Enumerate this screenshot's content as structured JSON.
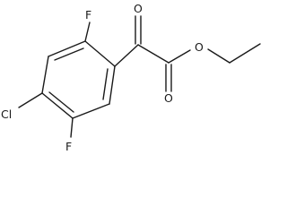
{
  "molecule": {
    "atoms": {
      "fluorine_top": "F",
      "fluorine_bottom": "F",
      "chlorine": "Cl",
      "oxygen_ketone": "O",
      "oxygen_ester_carbonyl": "O",
      "oxygen_ester_ether": "O"
    }
  }
}
